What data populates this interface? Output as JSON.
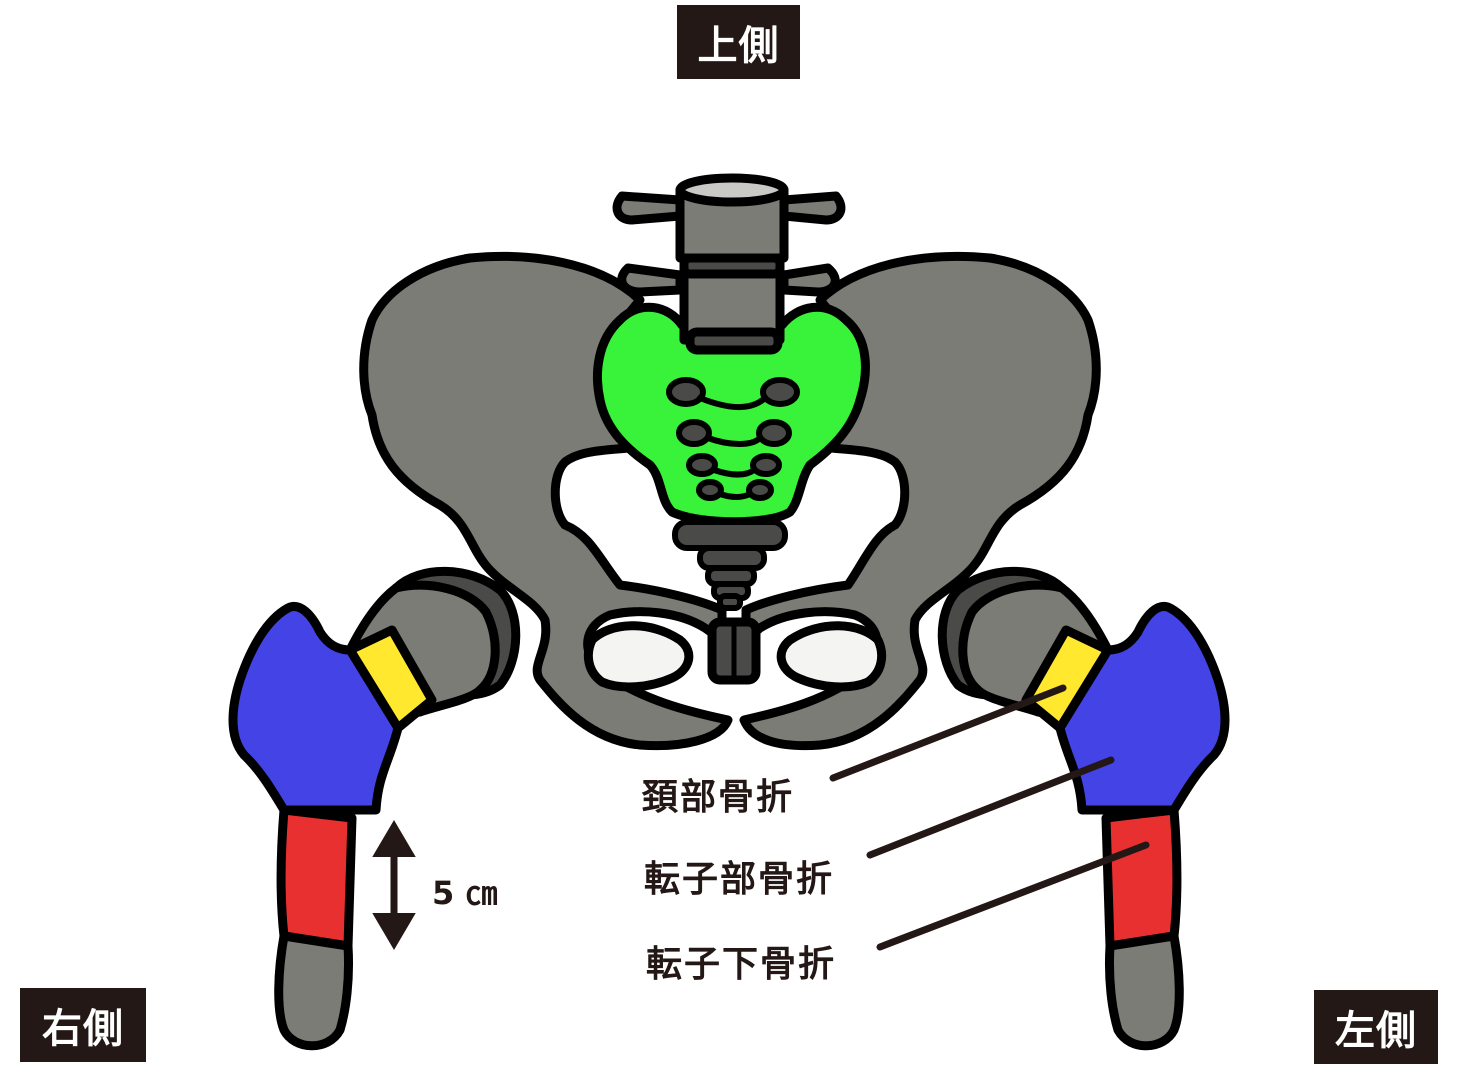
{
  "orientation": {
    "top": "上側",
    "right_side": "右側",
    "left_side": "左側"
  },
  "fracture_labels": [
    {
      "label": "頚部骨折",
      "region_color": "#FFE82E"
    },
    {
      "label": "転子部骨折",
      "region_color": "#4343E6"
    },
    {
      "label": "転子下骨折",
      "region_color": "#E83030"
    }
  ],
  "distance_label": "5 ㎝",
  "colors": {
    "bone": "#7C7C76",
    "bone_dark": "#4A4A48",
    "sacrum": "#39F23A",
    "outline": "#000000",
    "label_bg": "#231815"
  }
}
